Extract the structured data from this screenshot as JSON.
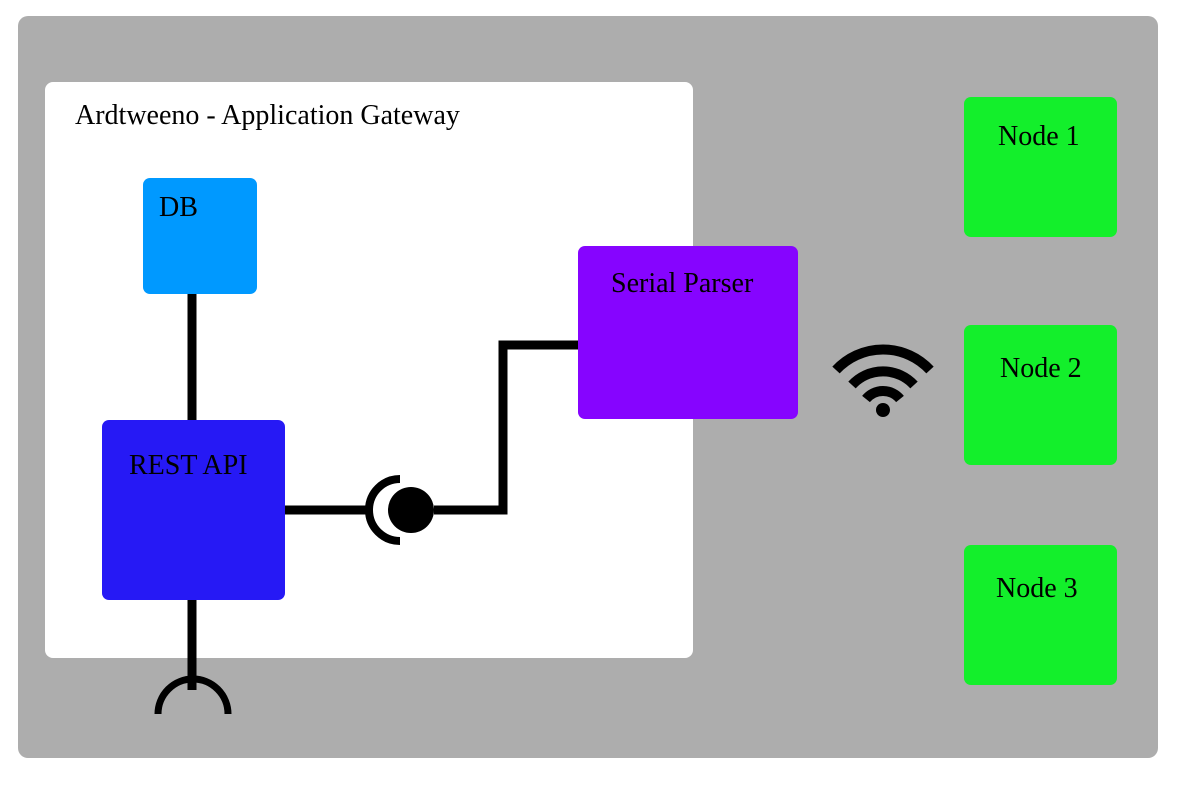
{
  "gateway": {
    "title": "Ardtweeno - Application Gateway"
  },
  "components": {
    "db": "DB",
    "rest_api": "REST API",
    "serial_parser": "Serial Parser"
  },
  "nodes": [
    "Node 1",
    "Node 2",
    "Node 3"
  ],
  "icons": {
    "wireless": "wifi-icon",
    "provided_interface": "ball-socket-icon",
    "required_interface": "socket-icon"
  },
  "colors": {
    "background": "#adadad",
    "gateway": "#ffffff",
    "db": "#0099ff",
    "rest_api": "#2619f5",
    "serial_parser": "#8604ff",
    "node": "#13ef2b"
  }
}
